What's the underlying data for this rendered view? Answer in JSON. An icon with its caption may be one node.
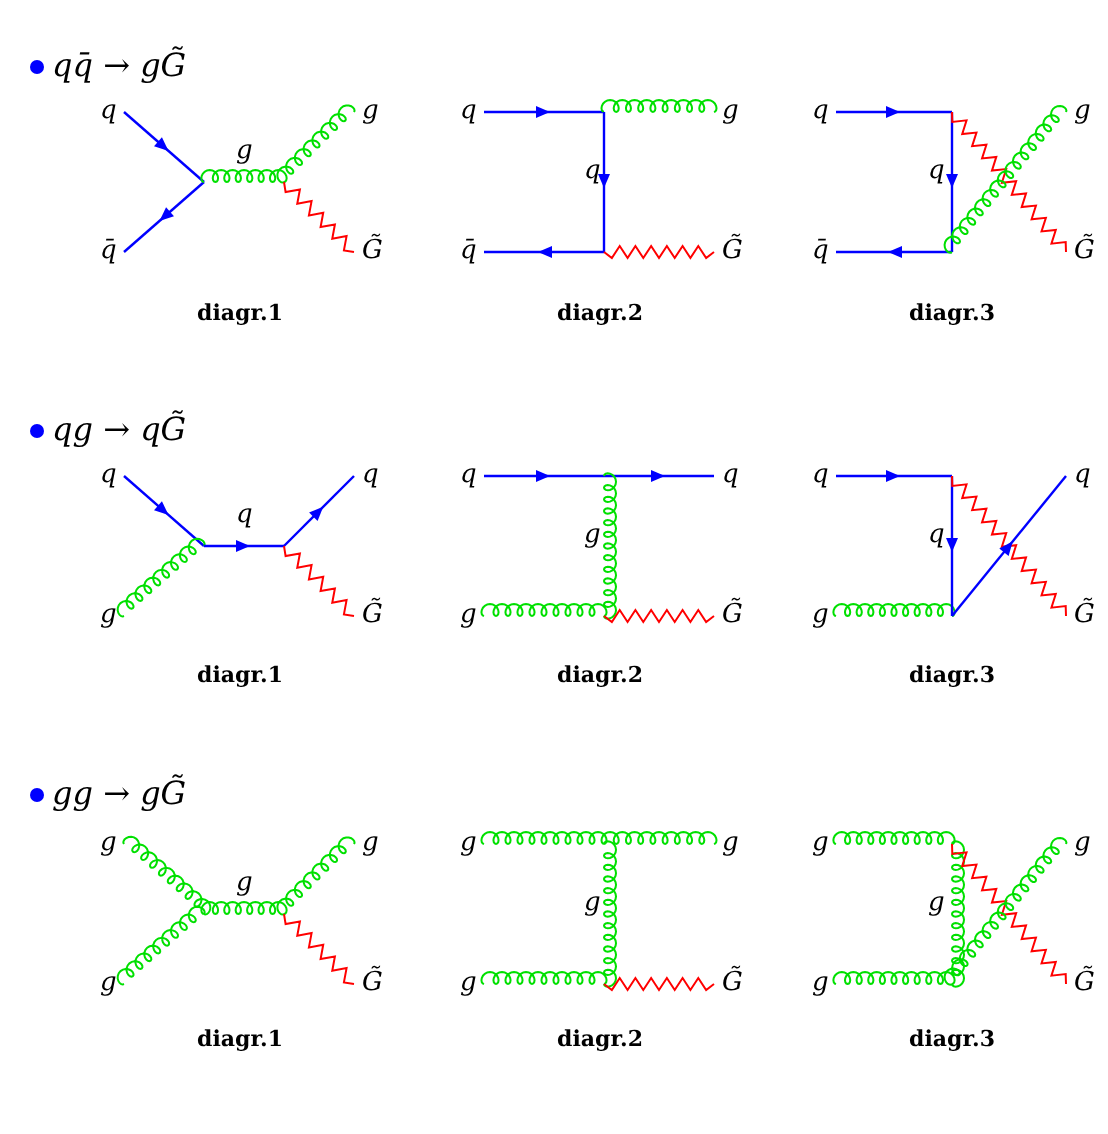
{
  "diagram": {
    "labels": [
      "qq̄ → gG̃",
      "q",
      "g",
      "g",
      "q̄",
      "G̃",
      "diagr.1",
      "q",
      "g",
      "q",
      "q̄",
      "G̃",
      "diagr.2",
      "q",
      "g",
      "q",
      "q̄",
      "G̃",
      "diagr.3",
      "qg → qG̃",
      "q",
      "q",
      "q",
      "g",
      "G̃",
      "diagr.1",
      "q",
      "q",
      "g",
      "g",
      "G̃",
      "diagr.2",
      "q",
      "q",
      "q",
      "g",
      "G̃",
      "diagr.3",
      "gg → gG̃",
      "g",
      "g",
      "g",
      "g",
      "G̃",
      "diagr.1",
      "g",
      "g",
      "g",
      "g",
      "G̃",
      "diagr.2",
      "g",
      "g",
      "g",
      "g",
      "G̃",
      "diagr.3"
    ]
  }
}
